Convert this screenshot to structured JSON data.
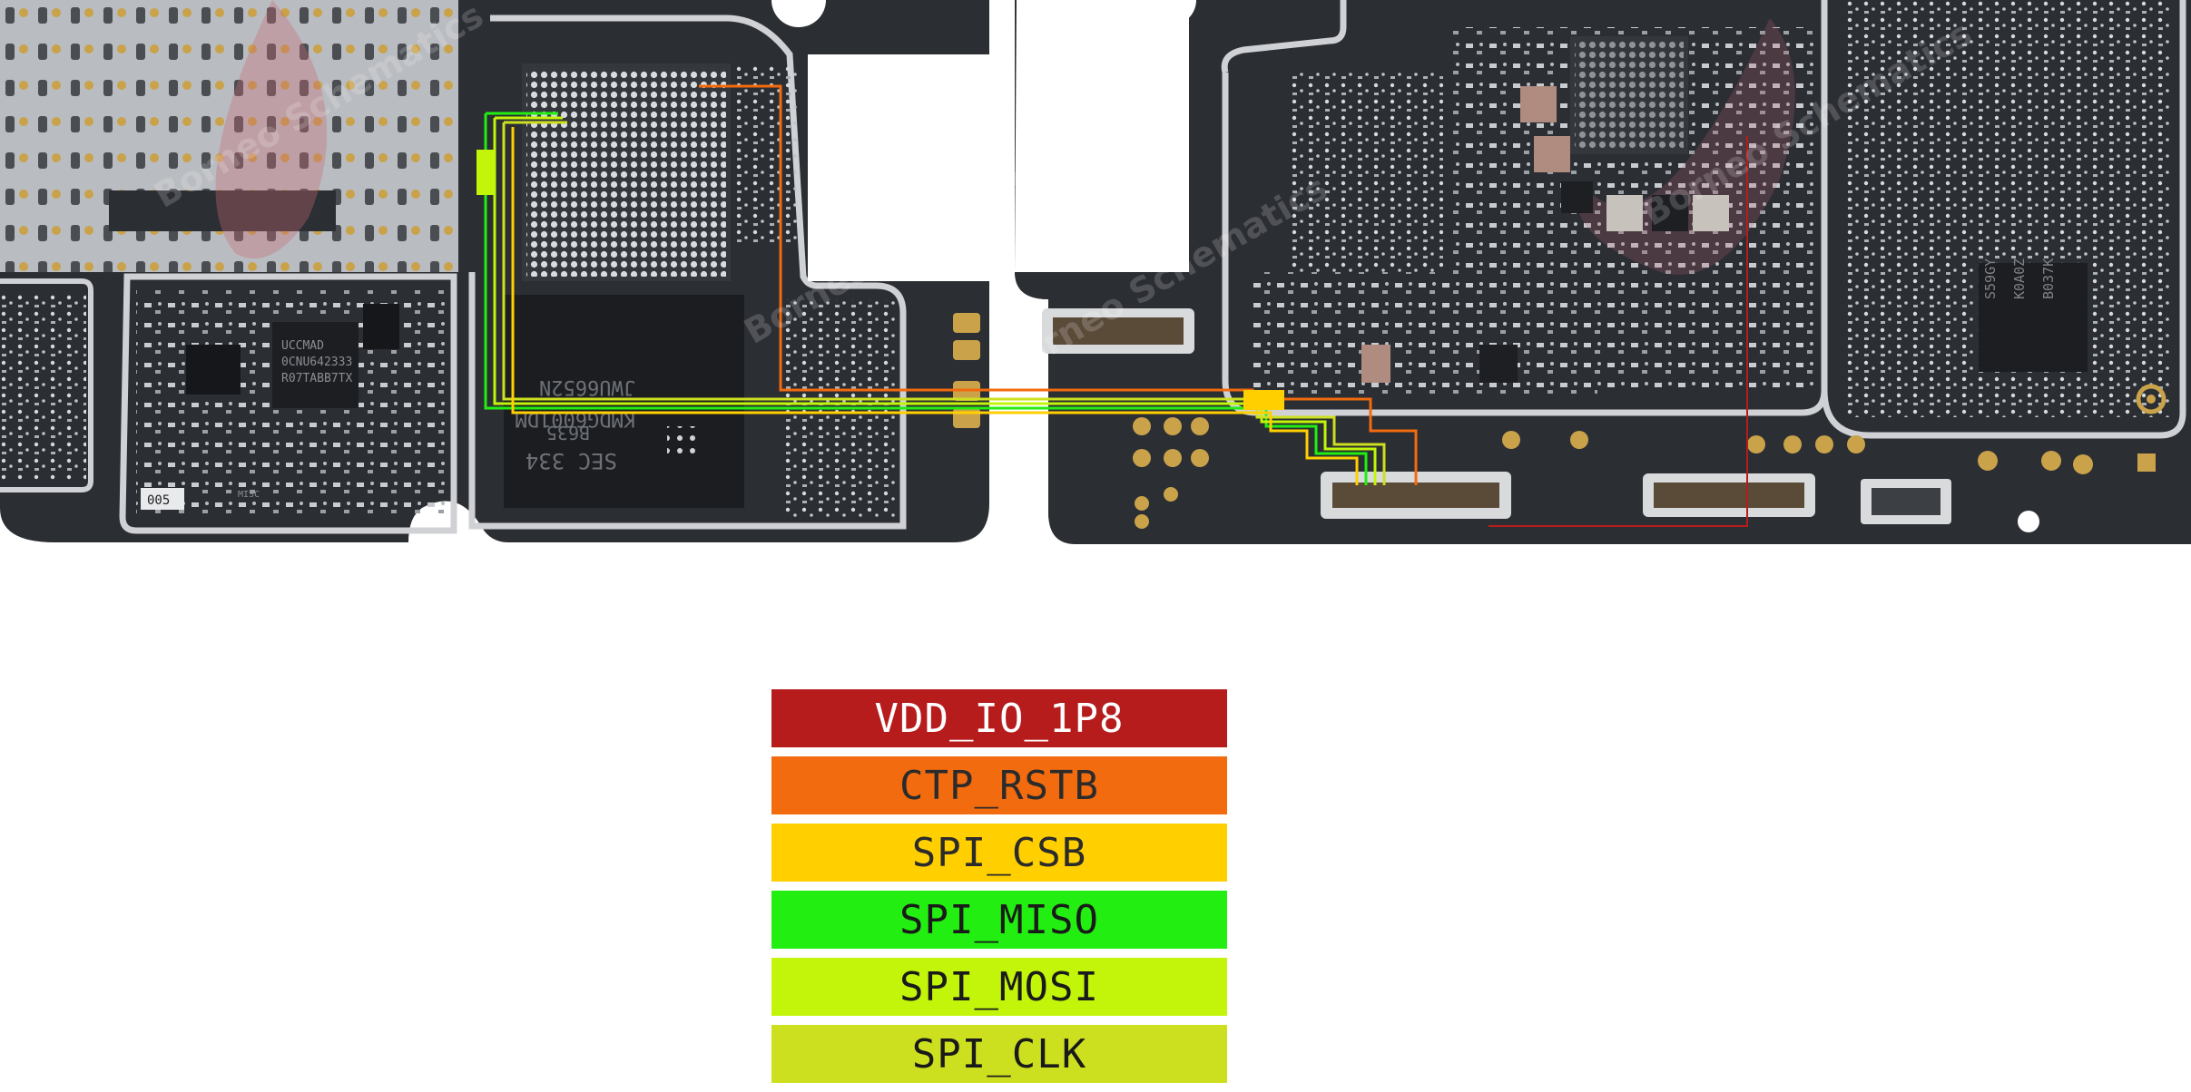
{
  "board": {
    "chip_markings": {
      "memory_top": "JWU6652N",
      "memory_part": "KMDG6001DM",
      "memory_code": "B635",
      "memory_vendor": "SEC 334",
      "pmic_mark": "UCCMAD",
      "pmic_line2": "0CNU642333",
      "pmic_line3": "R07TABB7TX",
      "label_005": "005",
      "small_mark": "MISC",
      "right_chip_1": "S59GY",
      "right_chip_2": "K0A0Z",
      "right_chip_3": "B037K"
    },
    "watermark": "Borneo Schematics",
    "colors": {
      "pcb": "#2b2e33",
      "pcb_dark": "#1f2226",
      "shield": "#cfd1d4",
      "pad_gold": "#c9a24a"
    }
  },
  "legend": [
    {
      "label": "VDD_IO_1P8",
      "bg": "#b71c1c",
      "fg": "#ffffff"
    },
    {
      "label": "CTP_RSTB",
      "bg": "#f26b0f",
      "fg": "#2b2b2b"
    },
    {
      "label": "SPI_CSB",
      "bg": "#ffcf00",
      "fg": "#2b2b2b"
    },
    {
      "label": "SPI_MISO",
      "bg": "#22ee11",
      "fg": "#1a1a1a"
    },
    {
      "label": "SPI_MOSI",
      "bg": "#c2f50a",
      "fg": "#1a1a1a"
    },
    {
      "label": "SPI_CLK",
      "bg": "#cde020",
      "fg": "#1a1a1a"
    }
  ]
}
